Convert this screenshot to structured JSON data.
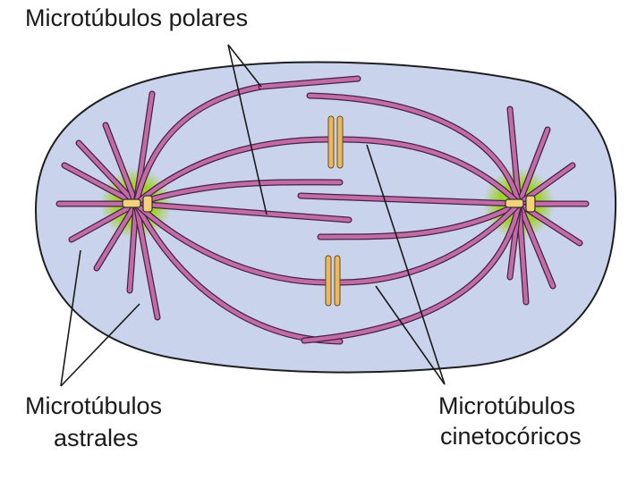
{
  "labels": {
    "polar": "Microtúbulos polares",
    "astral_line1": "Microtúbulos",
    "astral_line2": "astrales",
    "kinetochore_line1": "Microtúbulos",
    "kinetochore_line2": "cinetocóricos"
  },
  "colors": {
    "cell": "#c9d3ec",
    "cell_outline": "#1e1e1e",
    "microtubule": "#c06ca6",
    "microtubule_outline": "#4a2040",
    "centrosome_glow": "#9fd12a",
    "centriole": "#f3d27a",
    "chromosome": "#eab861",
    "pointer": "#1a1a1a"
  },
  "icons": {
    "left_pole": "centrosome-icon",
    "right_pole": "centrosome-icon",
    "chromosome": "chromosome-icon"
  }
}
